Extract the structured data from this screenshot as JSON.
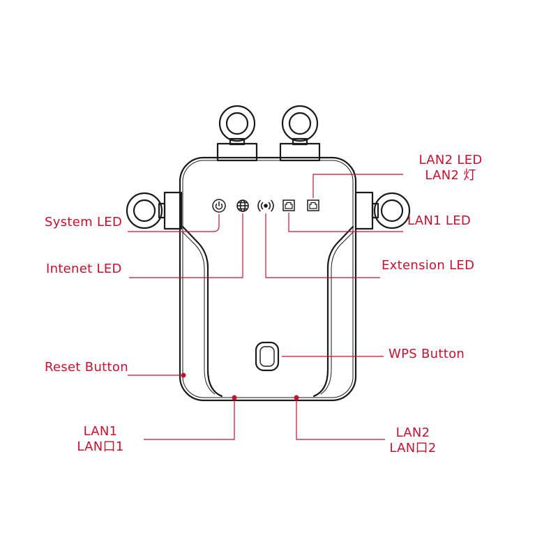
{
  "labels": {
    "lan2_led": [
      "LAN2 LED",
      "LAN2 灯"
    ],
    "system_led": "System LED",
    "lan1_led": "LAN1 LED",
    "internet_led": "Intenet LED",
    "extension_led": "Extension LED",
    "reset_button": "Reset Button",
    "wps_button": "WPS Button",
    "lan1_port": [
      "LAN1",
      "LAN口1"
    ],
    "lan2_port": [
      "LAN2",
      "LAN口2"
    ]
  },
  "icons": {
    "system_led": "power-icon",
    "internet_led": "globe-icon",
    "extension_led": "wireless-signal-icon",
    "lan1_led": "ethernet-port-icon",
    "lan2_led": "ethernet-port-icon"
  },
  "colors": {
    "callout": "#c8102e",
    "device_outline": "#1a1a1a",
    "background": "#ffffff"
  }
}
